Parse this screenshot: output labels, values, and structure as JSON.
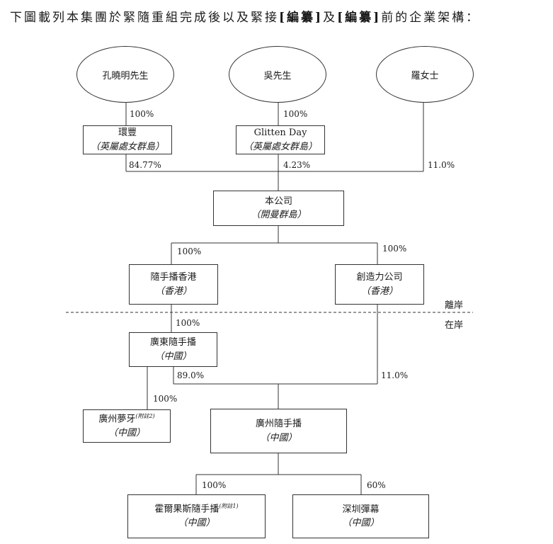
{
  "heading": {
    "part1": "下圖載列本集團於緊隨重組完成後以及緊接",
    "redacted1": "[編纂]",
    "part2": "及",
    "redacted2": "[編纂]",
    "part3": "前的企業架構："
  },
  "owners": {
    "kong": "孔曉明先生",
    "wu": "吳先生",
    "luo": "羅女士"
  },
  "holding": {
    "huanfeng": {
      "name": "環豐",
      "place": "（英屬處女群島）"
    },
    "glitten": {
      "name": "Glitten Day",
      "place": "（英屬處女群島）"
    }
  },
  "company": {
    "name": "本公司",
    "place": "（開曼群島）"
  },
  "hk": {
    "suishou": {
      "name": "隨手播香港",
      "place": "（香港）"
    },
    "chuangzao": {
      "name": "創造力公司",
      "place": "（香港）"
    }
  },
  "prc": {
    "guangdong": {
      "name": "廣東隨手播",
      "place": "（中國）"
    },
    "mengya": {
      "name": "廣州夢牙",
      "note": "(附註2)",
      "place": "（中國）"
    },
    "guangzhou": {
      "name": "廣州隨手播",
      "place": "（中國）"
    },
    "huoer": {
      "name": "霍爾果斯隨手播",
      "note": "(附註1)",
      "place": "（中國）"
    },
    "shenzhen": {
      "name": "深圳彈幕",
      "place": "（中國）"
    }
  },
  "offshore_label": "離岸",
  "onshore_label": "在岸",
  "percentages": {
    "kong_huanfeng": "100%",
    "wu_glitten": "100%",
    "huanfeng_company": "84.77%",
    "glitten_company": "4.23%",
    "luo_company": "11.0%",
    "company_suishou": "100%",
    "company_chuangzao": "100%",
    "suishou_guangdong": "100%",
    "guangdong_guangzhou": "89.0%",
    "chuangzao_guangzhou": "11.0%",
    "guangdong_mengya": "100%",
    "guangzhou_huoer": "100%",
    "guangzhou_shenzhen": "60%"
  },
  "colors": {
    "line": "#333333",
    "text": "#1a1a1a"
  }
}
